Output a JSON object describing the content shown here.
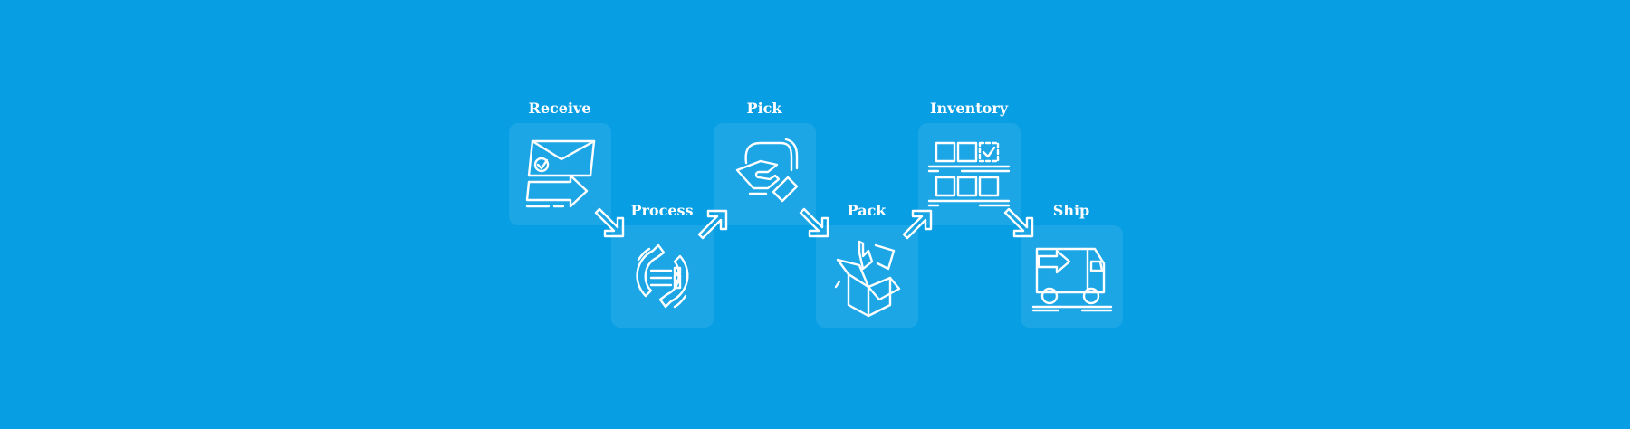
{
  "background_color": "#079ee3",
  "steps": [
    {
      "label": "Receive",
      "icon": "mail-arrow-icon"
    },
    {
      "label": "Process",
      "icon": "cycle-list-icon"
    },
    {
      "label": "Pick",
      "icon": "hand-pick-icon"
    },
    {
      "label": "Pack",
      "icon": "open-box-icon"
    },
    {
      "label": "Inventory",
      "icon": "shelves-icon"
    },
    {
      "label": "Ship",
      "icon": "truck-icon"
    }
  ]
}
